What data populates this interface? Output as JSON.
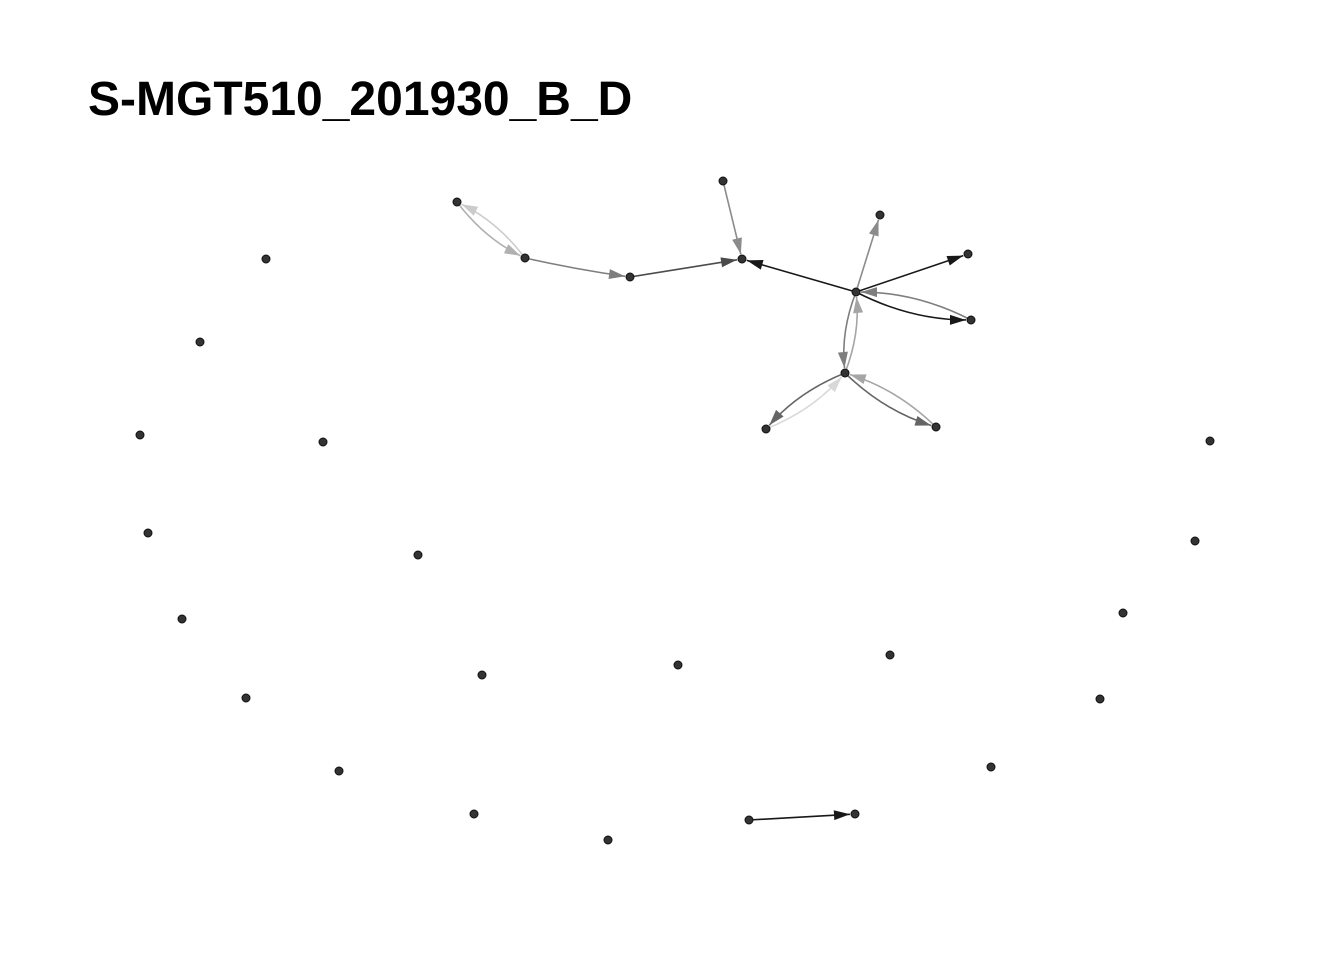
{
  "title": "S-MGT510_201930_B_D",
  "graph": {
    "directed": true,
    "node_color": "#333333",
    "edge_color": "#000000",
    "nodes": [
      {
        "id": "n1"
      },
      {
        "id": "n2"
      },
      {
        "id": "n3"
      },
      {
        "id": "n4"
      },
      {
        "id": "n5"
      },
      {
        "id": "n6"
      },
      {
        "id": "n7"
      },
      {
        "id": "n8"
      },
      {
        "id": "n9"
      },
      {
        "id": "n10"
      },
      {
        "id": "n11"
      },
      {
        "id": "n12"
      },
      {
        "id": "n13"
      },
      {
        "id": "n14"
      },
      {
        "id": "n15"
      },
      {
        "id": "n16"
      },
      {
        "id": "n17"
      },
      {
        "id": "n18"
      },
      {
        "id": "n19"
      },
      {
        "id": "n20"
      },
      {
        "id": "n21"
      },
      {
        "id": "n22"
      },
      {
        "id": "n23"
      },
      {
        "id": "n24"
      },
      {
        "id": "n25"
      },
      {
        "id": "n26"
      },
      {
        "id": "n27"
      },
      {
        "id": "n28"
      },
      {
        "id": "n29"
      },
      {
        "id": "n30"
      },
      {
        "id": "n31"
      },
      {
        "id": "n32"
      },
      {
        "id": "n33"
      },
      {
        "id": "n34"
      }
    ],
    "edges": [
      {
        "source": "n1",
        "target": "n2",
        "opacity": 0.3
      },
      {
        "source": "n2",
        "target": "n1",
        "opacity": 0.2
      },
      {
        "source": "n2",
        "target": "n3",
        "opacity": 0.5
      },
      {
        "source": "n3",
        "target": "n4",
        "opacity": 0.7
      },
      {
        "source": "n5",
        "target": "n4",
        "opacity": 0.45
      },
      {
        "source": "n6",
        "target": "n4",
        "opacity": 0.9
      },
      {
        "source": "n6",
        "target": "n7",
        "opacity": 0.45
      },
      {
        "source": "n6",
        "target": "n8",
        "opacity": 0.9
      },
      {
        "source": "n6",
        "target": "n9",
        "opacity": 0.9
      },
      {
        "source": "n9",
        "target": "n6",
        "opacity": 0.5
      },
      {
        "source": "n6",
        "target": "n10",
        "opacity": 0.5
      },
      {
        "source": "n10",
        "target": "n6",
        "opacity": 0.35
      },
      {
        "source": "n10",
        "target": "n11",
        "opacity": 0.6
      },
      {
        "source": "n11",
        "target": "n10",
        "opacity": 0.15
      },
      {
        "source": "n10",
        "target": "n12",
        "opacity": 0.6
      },
      {
        "source": "n12",
        "target": "n10",
        "opacity": 0.35
      },
      {
        "source": "n13",
        "target": "n14",
        "opacity": 0.9
      }
    ]
  }
}
